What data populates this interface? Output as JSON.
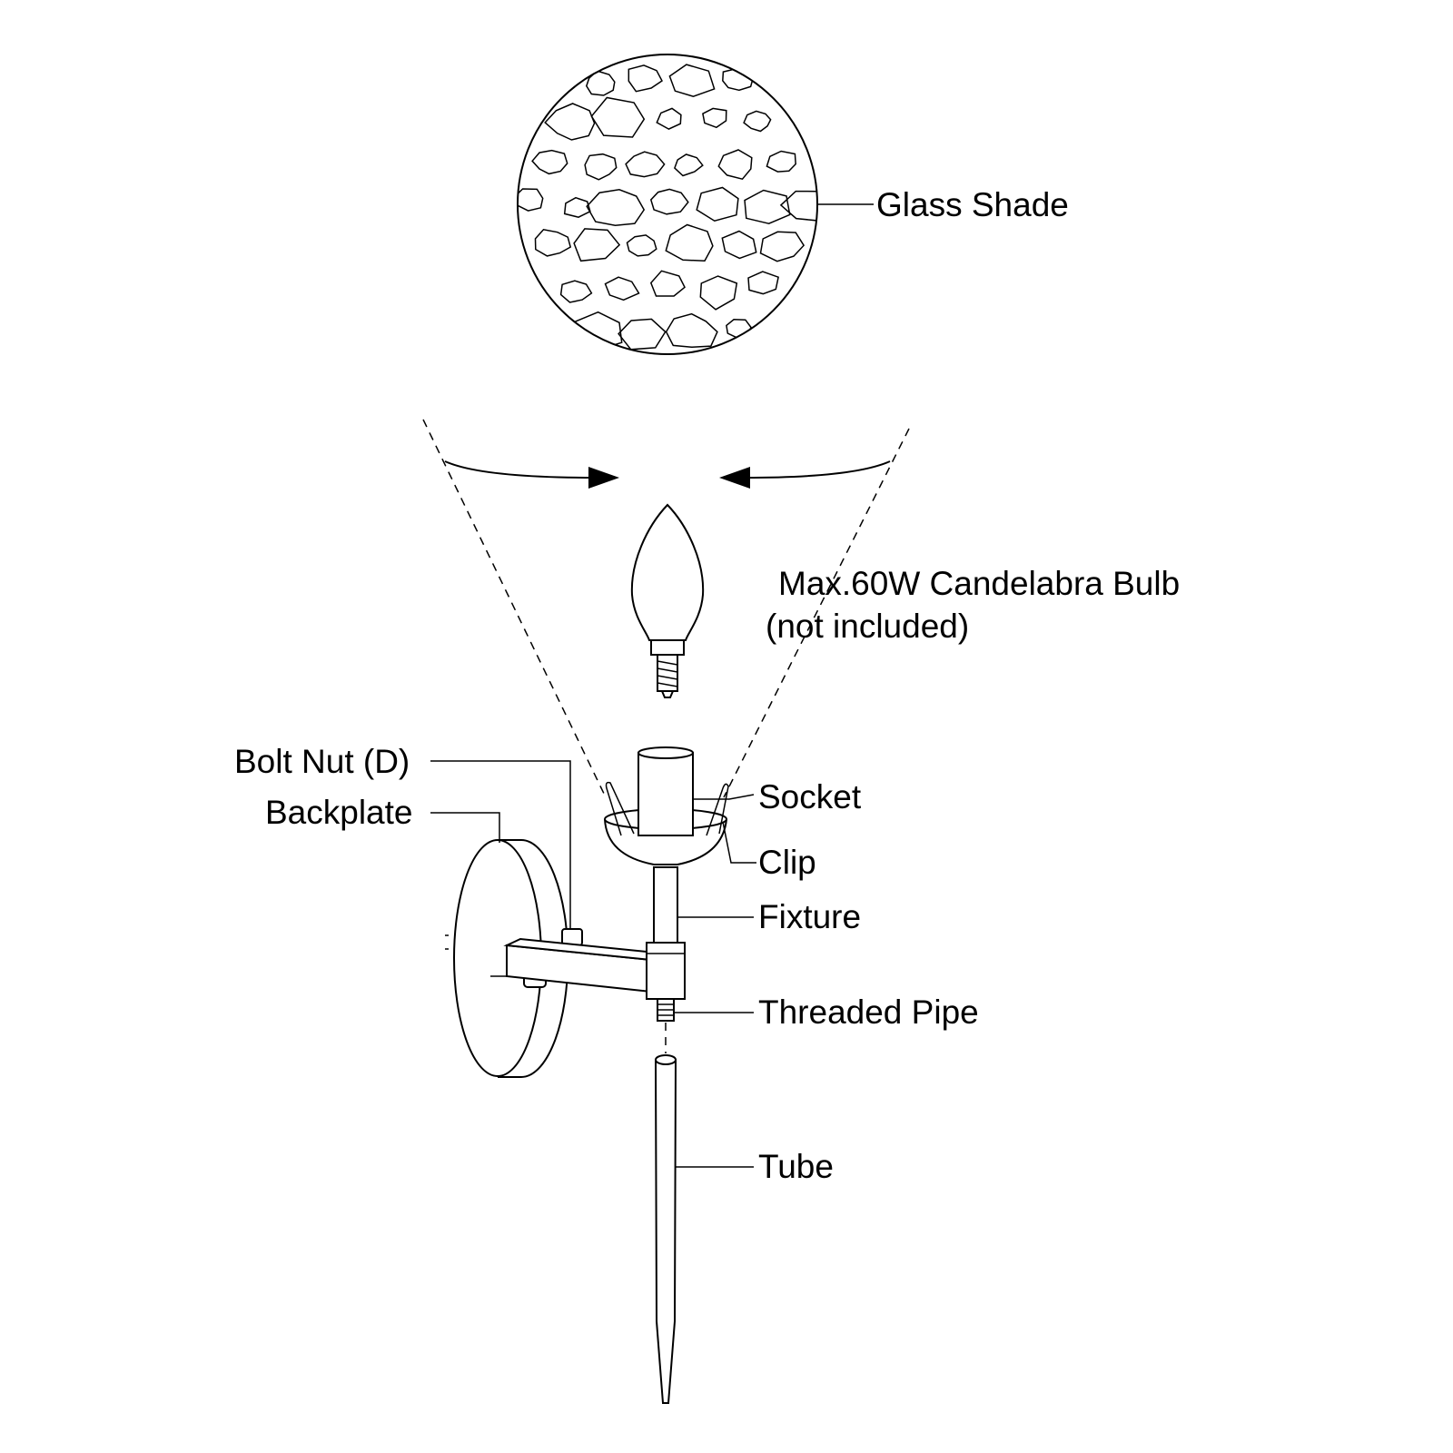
{
  "diagram": {
    "type": "exploded-assembly-drawing",
    "labels": {
      "glass_shade": "Glass Shade",
      "bulb_line1": "Max.60W Candelabra Bulb",
      "bulb_line2": "(not included)",
      "bolt_nut": "Bolt Nut (D)",
      "backplate": "Backplate",
      "socket": "Socket",
      "clip": "Clip",
      "fixture": "Fixture",
      "threaded_pipe": "Threaded Pipe",
      "tube": "Tube"
    },
    "line_color": "#000000",
    "background": "#ffffff"
  }
}
